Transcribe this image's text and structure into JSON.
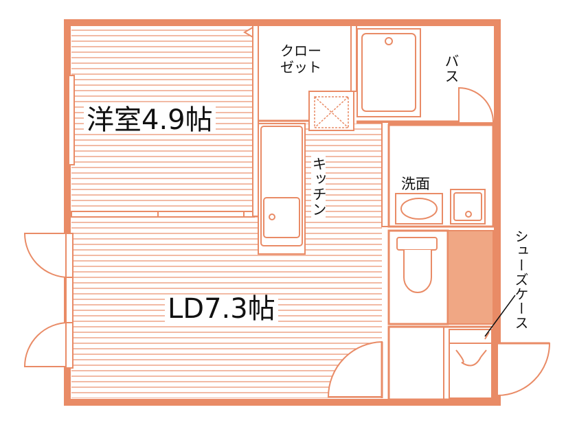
{
  "plan": {
    "colors": {
      "wall": "#e98b66",
      "fill": "#ffffff",
      "floor_lines": "#e98b66",
      "shoe_area": "#f0a784"
    },
    "rooms": {
      "western": {
        "label": "洋室4.9帖"
      },
      "ld": {
        "label": "LD7.3帖"
      },
      "closet": {
        "label": "クロー\nゼット"
      },
      "bath": {
        "label": "バス"
      },
      "kitchen": {
        "label": "キッチン"
      },
      "washroom": {
        "label": "洗面"
      },
      "shoe_case": {
        "label": "シューズケース"
      }
    }
  }
}
